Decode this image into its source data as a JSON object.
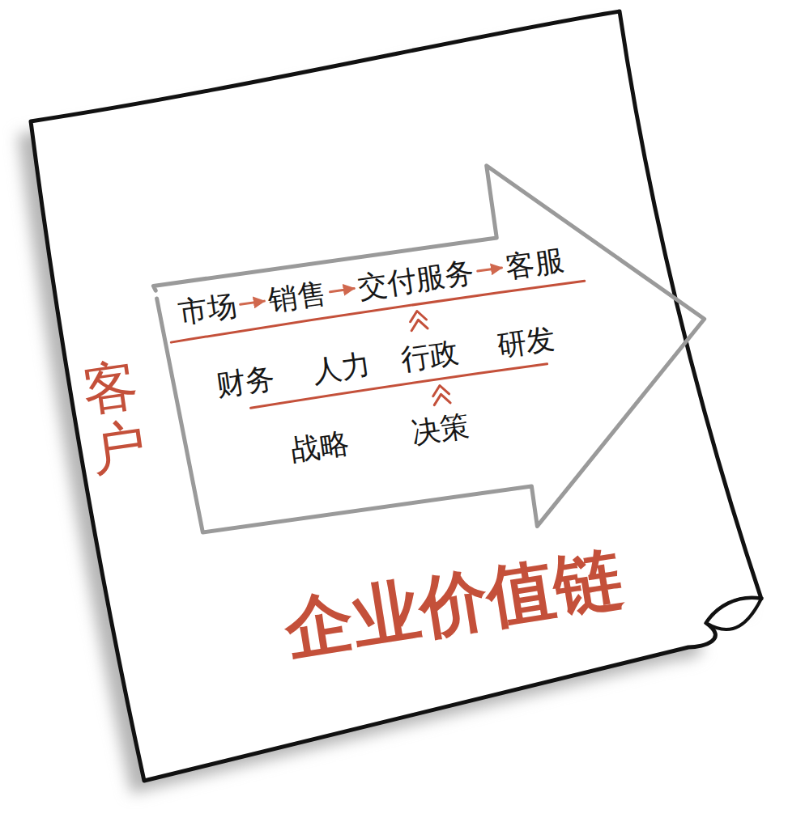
{
  "diagram": {
    "title": "企业价值链",
    "nodes": [
      {
        "text": [
          "客户"
        ]
      },
      {
        "text": [
          "市场"
        ],
        "in": 0
      },
      {
        "text": [
          "销售"
        ],
        "in": 0
      },
      {
        "text": [
          "交付服务"
        ],
        "in": 0
      },
      {
        "text": [
          "客服"
        ],
        "in": 0
      },
      {
        "text": [
          "财务"
        ],
        "in": 0
      },
      {
        "text": [
          "人力"
        ],
        "in": 0
      },
      {
        "text": [
          "行政"
        ],
        "in": 0
      },
      {
        "text": [
          "研发"
        ],
        "in": 0
      },
      {
        "text": [
          "战略"
        ],
        "in": 0
      },
      {
        "text": [
          "决策"
        ],
        "in": 0
      }
    ],
    "edges": [
      {
        "from": 1,
        "to": 2,
        "arrow": "to"
      },
      {
        "from": 2,
        "to": 3,
        "arrow": "to"
      },
      {
        "from": 3,
        "to": 4,
        "arrow": "to"
      }
    ]
  }
}
